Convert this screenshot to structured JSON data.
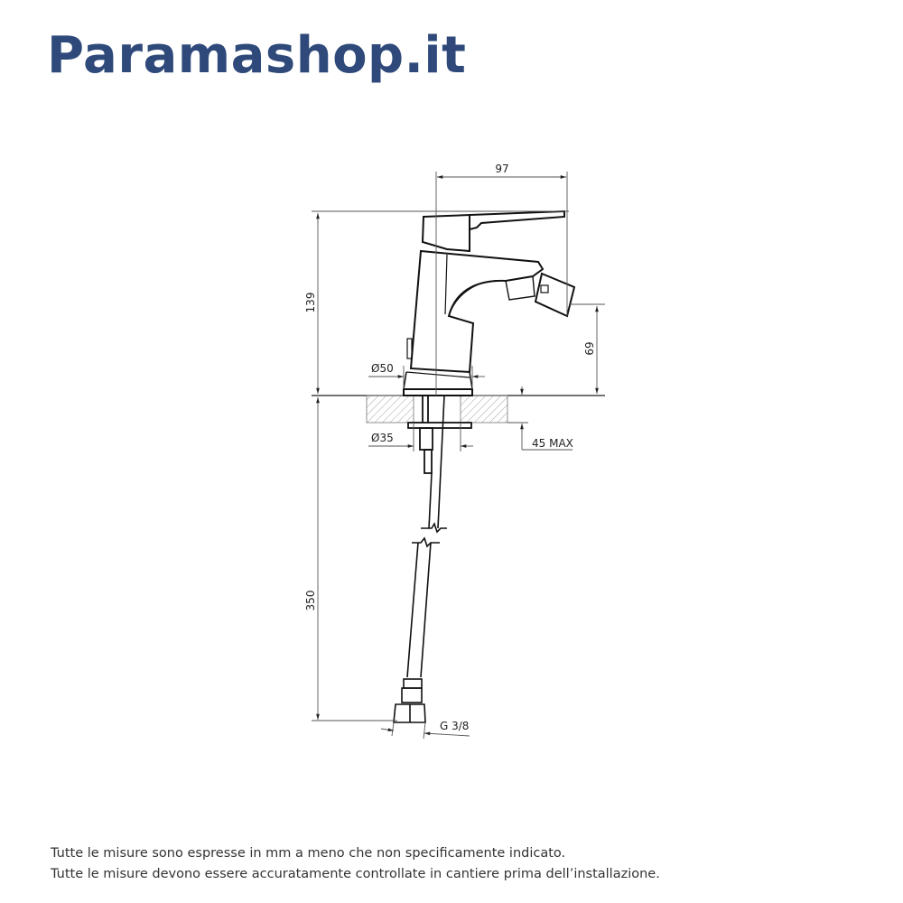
{
  "brand": {
    "name": "Paramashop.it",
    "color": "#2f4a7a"
  },
  "drawing": {
    "subject": "bidet-mixer-technical-drawing",
    "dimensions": {
      "spout_reach": "97",
      "total_height": "139",
      "spout_height": "69",
      "base_diameter": "Ø50",
      "hole_diameter": "Ø35",
      "max_deck_thickness": "45 MAX",
      "hose_length": "350",
      "connection_thread": "G 3/8"
    }
  },
  "notes": {
    "line1": "Tutte le misure sono espresse in mm a meno che non specificamente indicato.",
    "line2": "Tutte le misure devono essere accuratamente controllate in cantiere prima dell’installazione."
  }
}
